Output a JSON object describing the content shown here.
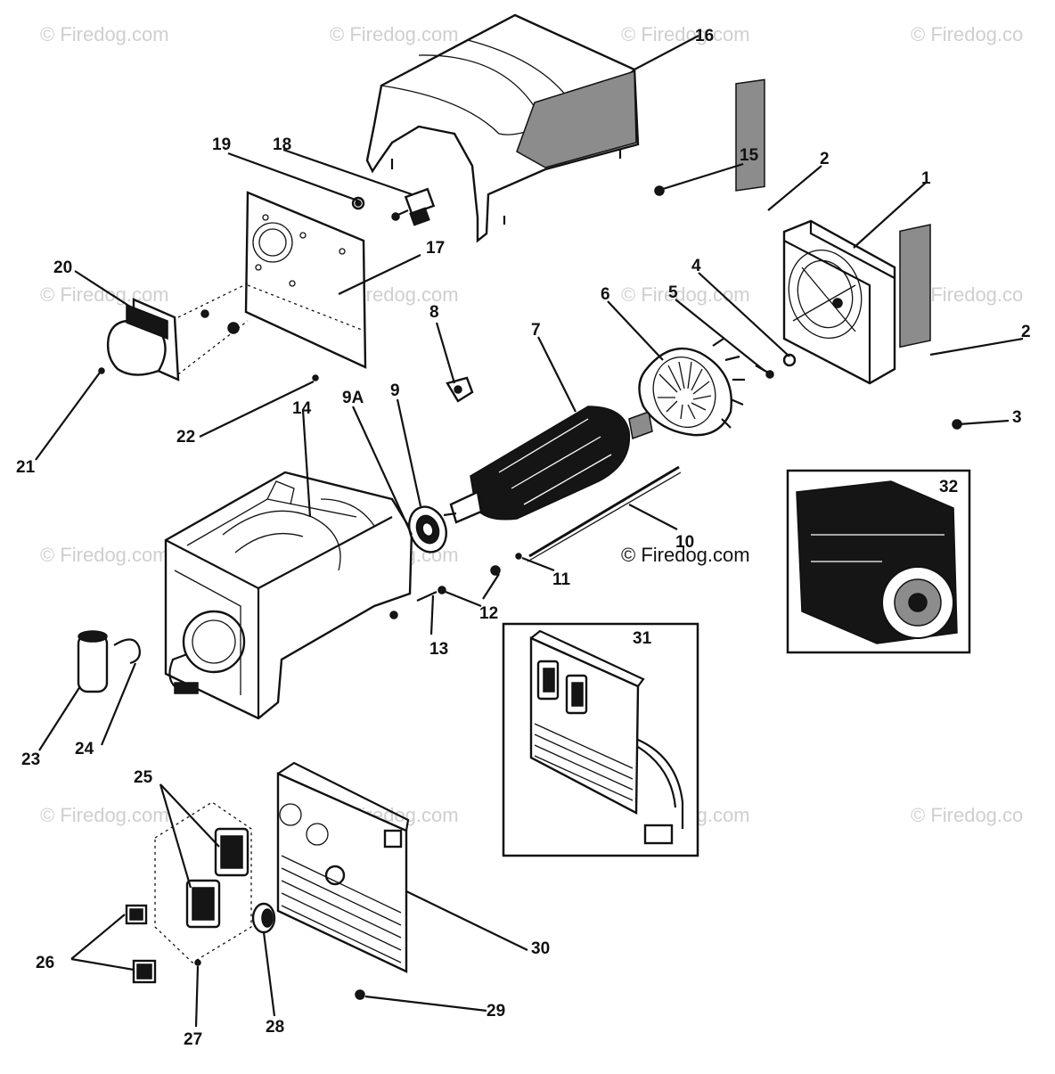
{
  "watermark": {
    "text": "© Firedog.com",
    "text_cut": "© Firedog.co"
  },
  "callouts": {
    "c1": "1",
    "c2": "2",
    "c3": "3",
    "c4": "4",
    "c5": "5",
    "c6": "6",
    "c7": "7",
    "c8": "8",
    "c9": "9",
    "c9a": "9A",
    "c10": "10",
    "c11": "11",
    "c12": "12",
    "c13": "13",
    "c14": "14",
    "c15": "15",
    "c16": "16",
    "c17": "17",
    "c18": "18",
    "c19": "19",
    "c20": "20",
    "c21": "21",
    "c22": "22",
    "c23": "23",
    "c24": "24",
    "c25": "25",
    "c26": "26",
    "c27": "27",
    "c28": "28",
    "c29": "29",
    "c30": "30",
    "c31": "31",
    "c32": "32"
  }
}
